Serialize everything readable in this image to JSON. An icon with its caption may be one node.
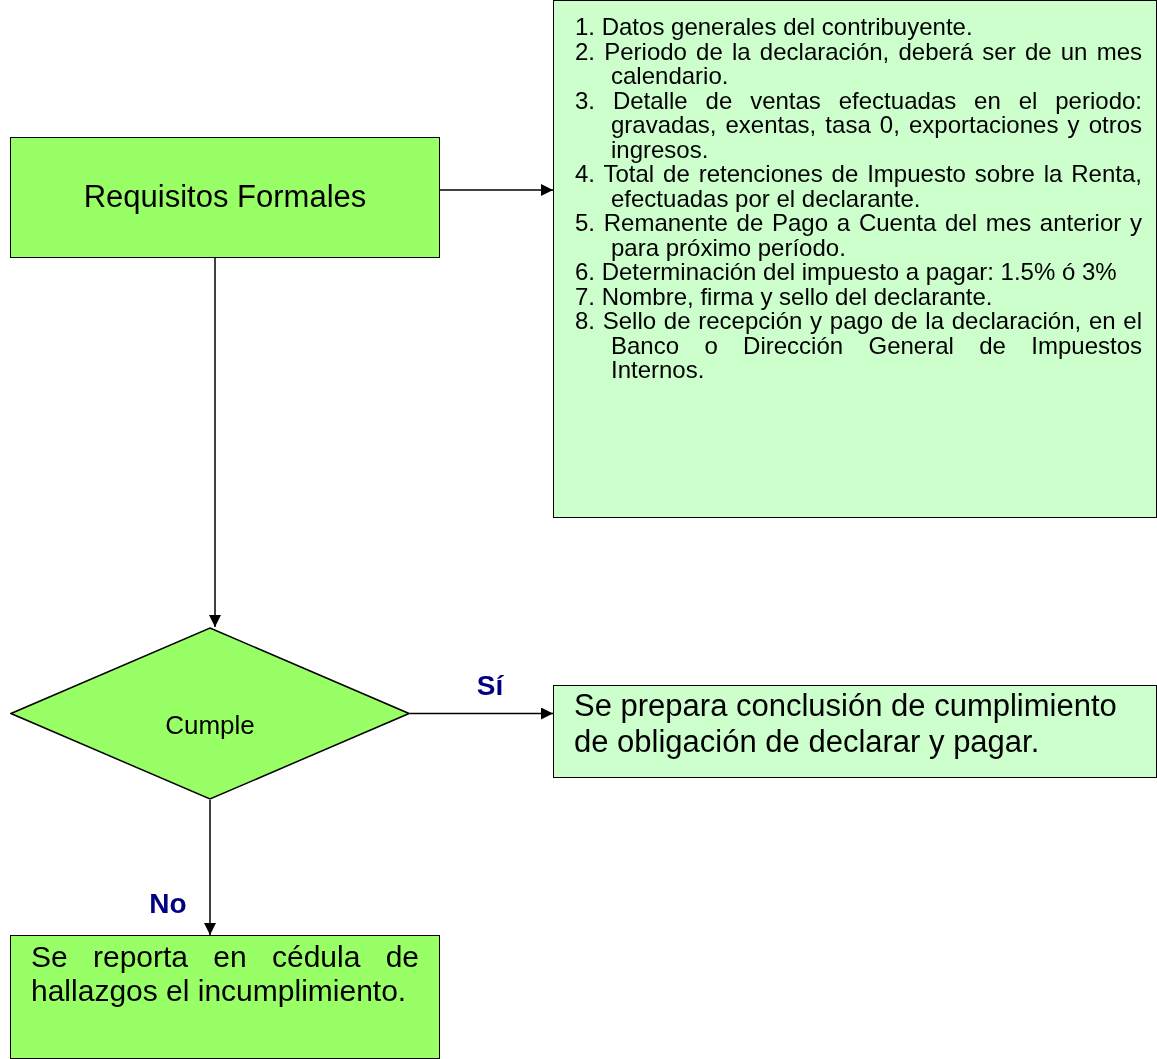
{
  "diagram": {
    "nodes": [
      {
        "text": [
          "Requisitos Formales"
        ]
      },
      {
        "text": [
          "1. Datos generales del contribuyente.",
          "2. Periodo de la declaración, deberá ser de un mes calendario.",
          "3. Detalle de ventas efectuadas en el periodo: gravadas, exentas, tasa 0, exportaciones y otros ingresos.",
          "4. Total de retenciones de Impuesto sobre la Renta, efectuadas por el declarante.",
          "5. Remanente de Pago a Cuenta del mes anterior y para próximo período.",
          "6. Determinación del impuesto a pagar: 1.5% ó 3%",
          "7. Nombre, firma y sello del declarante.",
          "8. Sello de recepción y pago de la declaración, en el Banco o Dirección General de Impuestos Internos."
        ]
      },
      {
        "text": [
          "Cumple"
        ]
      },
      {
        "text": [
          "Se prepara conclusión de cumplimiento de obligación de declarar y pagar."
        ]
      },
      {
        "text": [
          "Se reporta en cédula de hallazgos el incumplimiento."
        ]
      }
    ],
    "edges": [
      {
        "from": 0,
        "to": 1,
        "arrow": "to"
      },
      {
        "from": 0,
        "to": 2,
        "arrow": "to"
      },
      {
        "from": 2,
        "to": 3,
        "arrow": "to",
        "label": "Sí"
      },
      {
        "from": 2,
        "to": 4,
        "arrow": "to",
        "label": "No"
      }
    ]
  }
}
